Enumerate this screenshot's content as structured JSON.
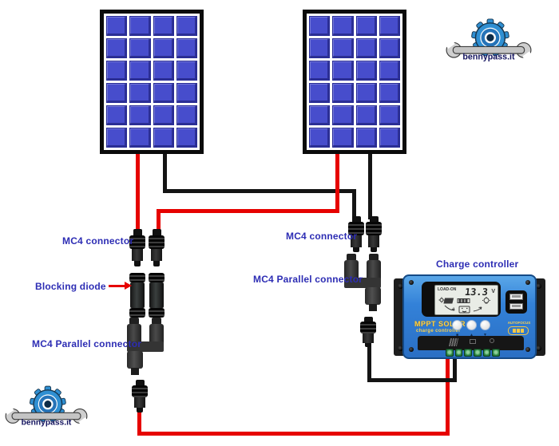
{
  "labels": {
    "left_mc4": "MC4 connector",
    "blocking_diode": "Blocking diode",
    "left_parallel": "MC4 Parallel connector",
    "right_mc4": "MC4 connector",
    "right_parallel": "MC4 Parallel connector",
    "charge_controller": "Charge controller"
  },
  "logo": {
    "text": "bennypass.it"
  },
  "controller": {
    "lcd_status": "LOAD-ON",
    "lcd_voltage": "13.3",
    "lcd_unit": "V",
    "brand": "MPPT SOLAR",
    "brand_sub": "charge controller",
    "side_label": "AUTOFOCUS",
    "button_glyphs": [
      "■",
      "▲",
      "▼"
    ]
  },
  "panels": {
    "count": 2,
    "columns": 4,
    "rows": 6
  },
  "colors": {
    "label_text": "#2d2db4",
    "wire_red": "#e60200",
    "wire_black": "#141414",
    "panel_cell": "#474dcc",
    "panel_frame": "#0b0b0b",
    "controller_blue": "#3381d8",
    "brand_yellow": "#ffd24a",
    "terminal_green": "#2c8a47"
  }
}
